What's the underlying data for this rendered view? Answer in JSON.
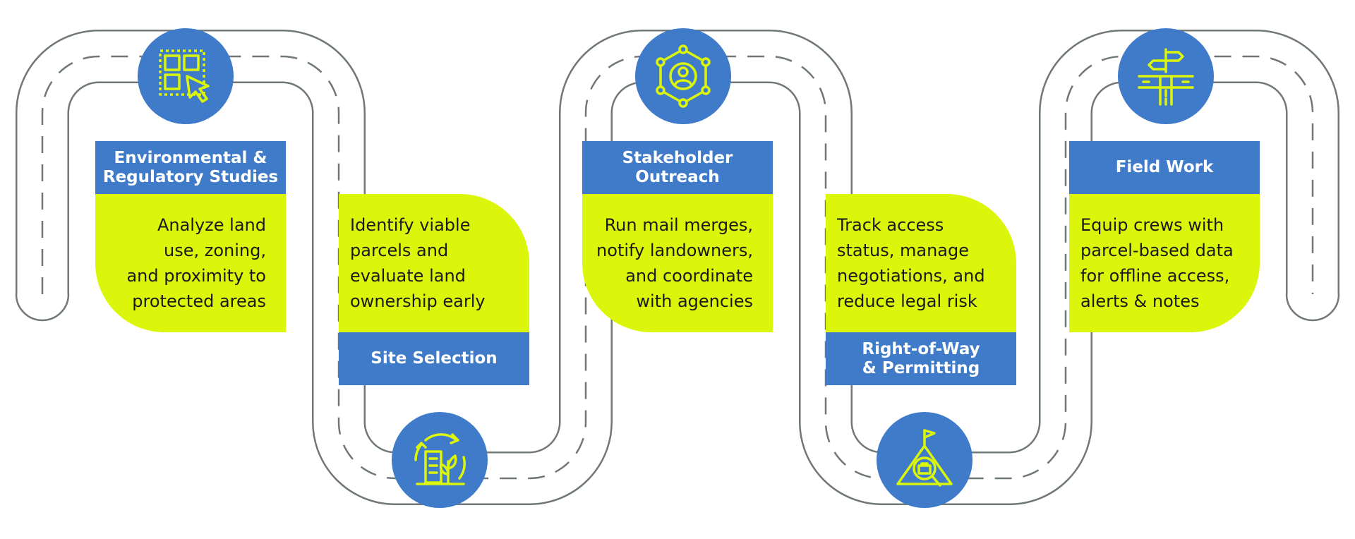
{
  "colors": {
    "accent_blue": "#3f7bc8",
    "accent_lime": "#dbf60a",
    "road_stroke": "#6f7778"
  },
  "steps": [
    {
      "title": "Environmental &\nRegulatory Studies",
      "description": "Analyze land\nuse, zoning,\nand proximity to\nprotected areas",
      "icon": "grid-select-cursor-icon"
    },
    {
      "title": "Site Selection",
      "description": "Identify viable\nparcels and\nevaluate land\nownership early",
      "icon": "building-cycle-icon"
    },
    {
      "title": "Stakeholder\nOutreach",
      "description": "Run mail merges,\nnotify landowners,\nand coordinate\nwith agencies",
      "icon": "stakeholder-network-icon"
    },
    {
      "title": "Right-of-Way\n& Permitting",
      "description": "Track access\nstatus, manage\nnegotiations, and\nreduce legal risk",
      "icon": "mountain-briefcase-icon"
    },
    {
      "title": "Field Work",
      "description": "Equip crews with\nparcel-based data\nfor offline access,\nalerts & notes",
      "icon": "signpost-crossroad-icon"
    }
  ]
}
